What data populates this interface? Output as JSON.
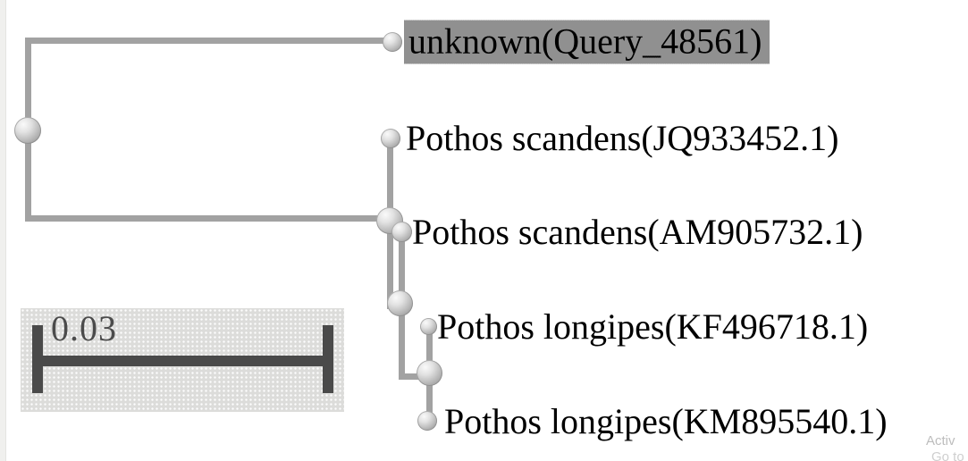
{
  "colors": {
    "background": "#ffffff",
    "branch_line": "#a2a2a2",
    "node_sphere": "#bcbcbc",
    "label_text": "#000000",
    "selected_label_background": "#909090",
    "scale_panel_background": "#dcdcda",
    "scale_bar": "#4a4a4a",
    "scale_text": "#4b4b4b",
    "watermark_text": "#c5c5c5"
  },
  "tree": {
    "type": "phylogenetic-tree",
    "taxa": [
      {
        "label": "unknown(Query_48561)",
        "selected": true
      },
      {
        "label": "Pothos scandens(JQ933452.1)",
        "selected": false
      },
      {
        "label": "Pothos scandens(AM905732.1)",
        "selected": false
      },
      {
        "label": "Pothos longipes(KF496718.1)",
        "selected": false
      },
      {
        "label": "Pothos longipes(KM895540.1)",
        "selected": false
      }
    ],
    "topology": "(unknown(Query_48561),(Pothos scandens(JQ933452.1),(Pothos scandens(AM905732.1),(Pothos longipes(KF496718.1),Pothos longipes(KM895540.1)))))"
  },
  "scale_bar": {
    "label": "0.03"
  },
  "watermark": {
    "line1": "Activ",
    "line2": "Go to "
  }
}
